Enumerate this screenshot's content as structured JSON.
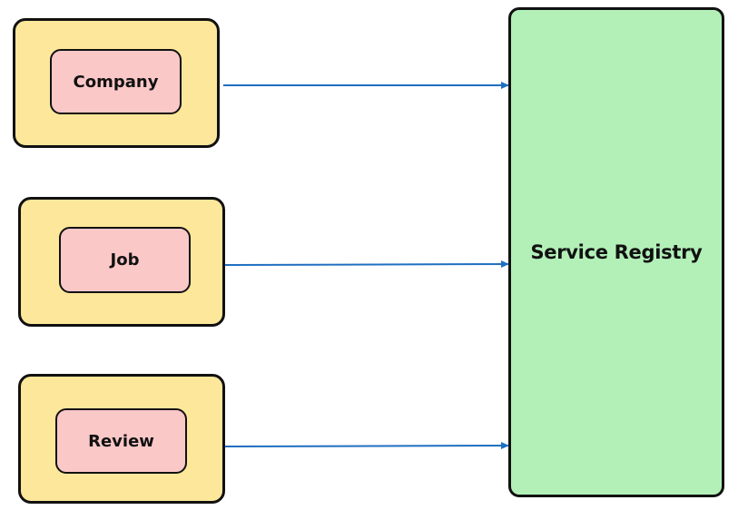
{
  "services": [
    {
      "id": "company",
      "label": "Company"
    },
    {
      "id": "job",
      "label": "Job"
    },
    {
      "id": "review",
      "label": "Review"
    }
  ],
  "registry": {
    "label": "Service Registry"
  },
  "colors": {
    "card_fill": "#fde79a",
    "label_fill": "#fbc8c8",
    "registry_fill": "#b2f0b8",
    "arrow": "#1f6fc1",
    "stroke": "#111111"
  }
}
